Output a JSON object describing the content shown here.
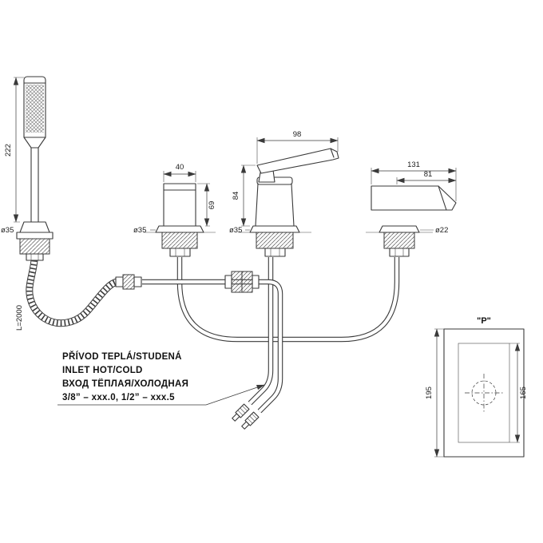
{
  "colors": {
    "line": "#3a3a3a",
    "background": "#ffffff"
  },
  "dimensions": {
    "handshower_length": "222",
    "handshower_base_dia": "ø35",
    "hose_length": "L=2000",
    "column_width": "40",
    "column_height": "69",
    "column_base_dia": "ø35",
    "mixer_width": "98",
    "mixer_height": "84",
    "mixer_base_dia": "ø35",
    "spout_length": "131",
    "spout_reach": "81",
    "spout_base_dia": "ø22"
  },
  "plan": {
    "label": "\"P\"",
    "outer_height": "195",
    "inner_height": "165"
  },
  "notes": {
    "line1": "PŘÍVOD  TEPLÁ/STUDENÁ",
    "line2": "INLET  HOT/COLD",
    "line3": "ВХОД  ТЁПЛАЯ/ХОЛОДНАЯ",
    "line4": "3/8”  –  xxx.0,  1/2”  –  xxx.5"
  }
}
